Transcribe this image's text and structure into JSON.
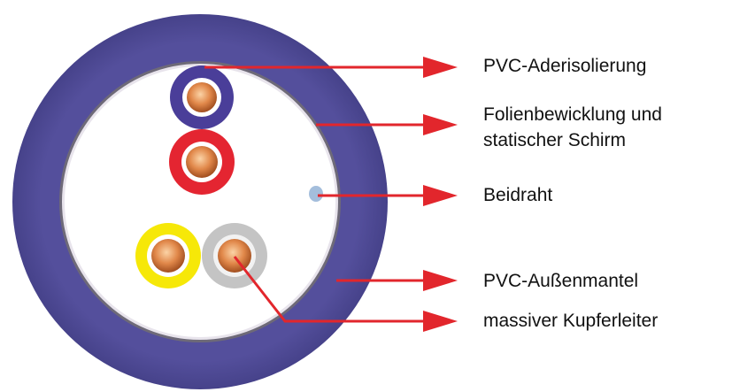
{
  "colors": {
    "outer_jacket": "#4E4A95",
    "arrow": "#E2262C",
    "conductor_copper": "#D9763E",
    "insulation_blue": "#4A3E99",
    "insulation_red": "#E42531",
    "insulation_yellow": "#F6E808",
    "insulation_gray": "#C4C4C4",
    "drain_wire": "#A4BEDC"
  },
  "labels": {
    "pvc_core_insulation": "PVC-Aderisolierung",
    "foil_wrap_line1": "Folienbewicklung und",
    "foil_wrap_line2": "statischer Schirm",
    "drain_wire": "Beidraht",
    "pvc_outer_jacket": "PVC-Außenmantel",
    "solid_copper_conductor": "massiver Kupferleiter"
  }
}
